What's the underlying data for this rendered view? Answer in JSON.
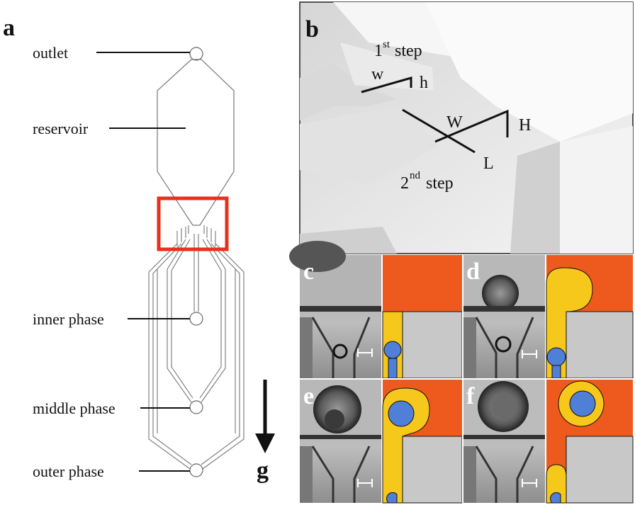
{
  "panels": {
    "a": "a",
    "b": "b",
    "c": "c",
    "d": "d",
    "e": "e",
    "f": "f"
  },
  "device_labels": {
    "outlet": "outlet",
    "reservoir": "reservoir",
    "inner_phase": "inner phase",
    "middle_phase": "middle phase",
    "outer_phase": "outer phase"
  },
  "gravity_label": "g",
  "step_labels": {
    "first_num": "1",
    "first_sup": "st",
    "first_word": "step",
    "second_num": "2",
    "second_sup": "nd",
    "second_word": "step",
    "w": "w",
    "h": "h",
    "W": "W",
    "H": "H",
    "L": "L"
  },
  "colors": {
    "highlight_box": "#e8311c",
    "outer_phase": "#ee5a1e",
    "middle_phase": "#f7c81c",
    "inner_phase": "#4f7fd6",
    "channel_wall": "#c8c8c8",
    "render_bg": "#e4e4e4"
  }
}
